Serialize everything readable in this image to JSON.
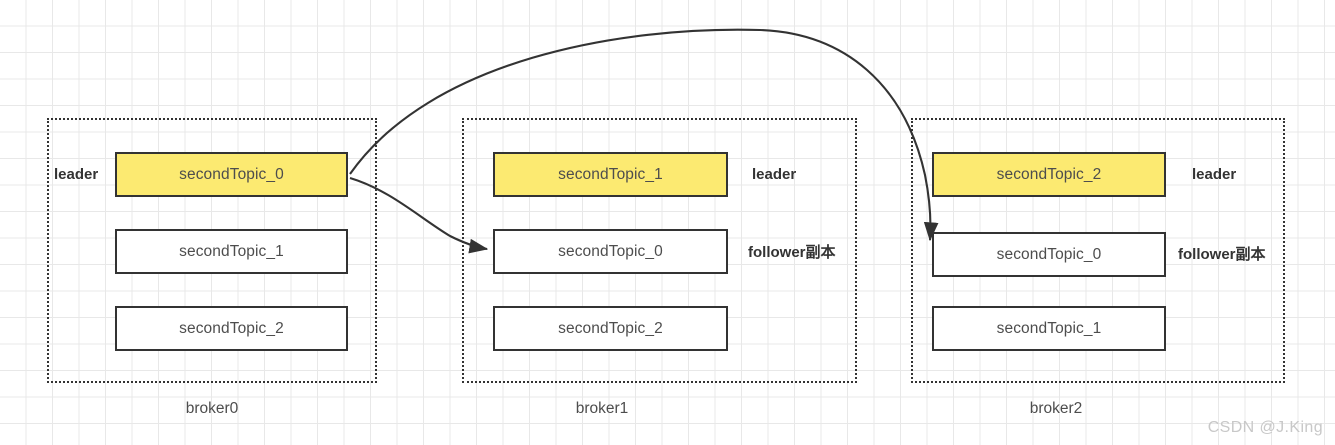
{
  "diagram": {
    "title": "Kafka topic partition leader and follower replica distribution across brokers",
    "colors": {
      "leader_fill": "#fcea71",
      "box_border": "#333333",
      "grid_line": "#e8e8e8",
      "text": "#4d4d4d",
      "watermark": "#c8c8c8",
      "background": "#ffffff"
    },
    "watermark": "CSDN @J.King"
  },
  "brokers": [
    {
      "id": "broker0",
      "caption": "broker0",
      "role_labels_side": "left",
      "role_labels": [
        {
          "text": "leader",
          "row": 0
        }
      ],
      "partitions": [
        {
          "label": "secondTopic_0",
          "role": "leader",
          "highlighted": true
        },
        {
          "label": "secondTopic_1",
          "role": "follower",
          "highlighted": false
        },
        {
          "label": "secondTopic_2",
          "role": "follower",
          "highlighted": false
        }
      ]
    },
    {
      "id": "broker1",
      "caption": "broker1",
      "role_labels_side": "right",
      "role_labels": [
        {
          "text": "leader",
          "row": 0
        },
        {
          "text": "follower副本",
          "row": 1
        }
      ],
      "partitions": [
        {
          "label": "secondTopic_1",
          "role": "leader",
          "highlighted": true
        },
        {
          "label": "secondTopic_0",
          "role": "follower",
          "highlighted": false
        },
        {
          "label": "secondTopic_2",
          "role": "follower",
          "highlighted": false
        }
      ]
    },
    {
      "id": "broker2",
      "caption": "broker2",
      "role_labels_side": "right",
      "role_labels": [
        {
          "text": "leader",
          "row": 0
        },
        {
          "text": "follower副本",
          "row": 1
        }
      ],
      "partitions": [
        {
          "label": "secondTopic_2",
          "role": "leader",
          "highlighted": true
        },
        {
          "label": "secondTopic_0",
          "role": "follower",
          "highlighted": false
        },
        {
          "label": "secondTopic_1",
          "role": "follower",
          "highlighted": false
        }
      ]
    }
  ],
  "arrows": [
    {
      "name": "replication-broker0-to-broker1",
      "from": "broker0.secondTopic_0",
      "to": "broker1.secondTopic_0",
      "style": "curved"
    },
    {
      "name": "replication-broker0-to-broker2",
      "from": "broker0.secondTopic_0",
      "to": "broker2.secondTopic_0",
      "style": "curved-arc"
    }
  ]
}
